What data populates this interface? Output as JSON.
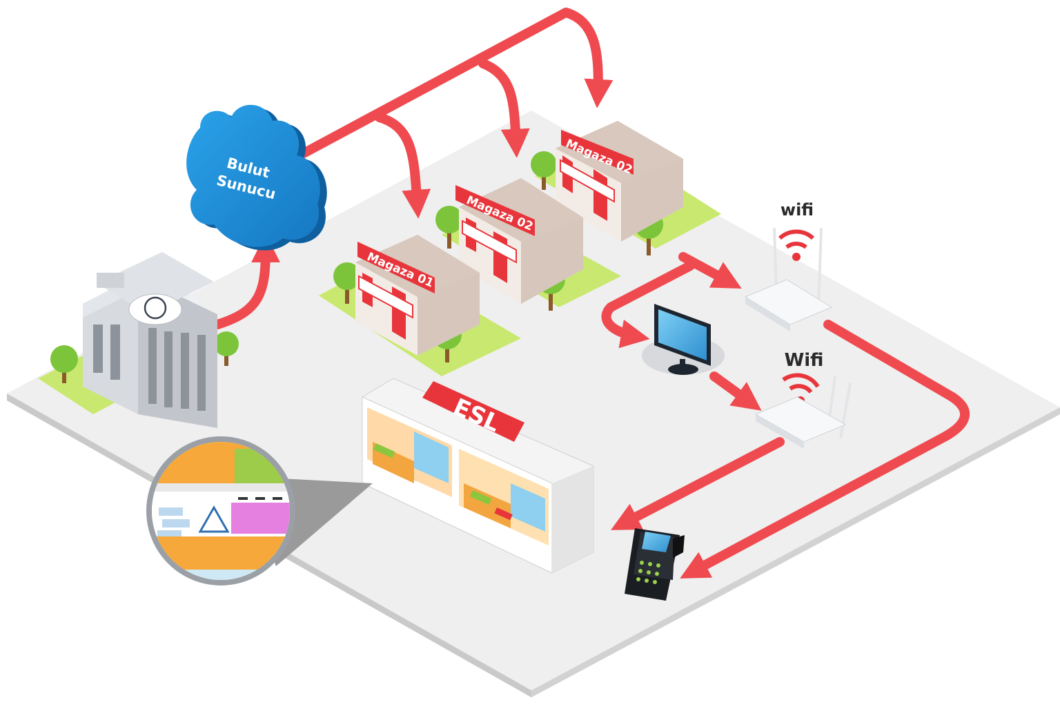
{
  "cloud": {
    "line1": "Bulut",
    "line2": "Sunucu"
  },
  "stores": [
    {
      "label": "Magaza 01"
    },
    {
      "label": "Magaza 02"
    },
    {
      "label": "Magaza 02"
    }
  ],
  "esl": {
    "label": "ESL"
  },
  "wifi": [
    {
      "label": "wifi"
    },
    {
      "label": "Wifi"
    }
  ],
  "colors": {
    "arrow": "#ef4a4f",
    "cloud": "#1f8fd6",
    "store_red": "#e8353b",
    "floor": "#eeeeee",
    "grass": "#c8e86a",
    "tree": "#7cc43a",
    "building": "#d9dce0"
  }
}
